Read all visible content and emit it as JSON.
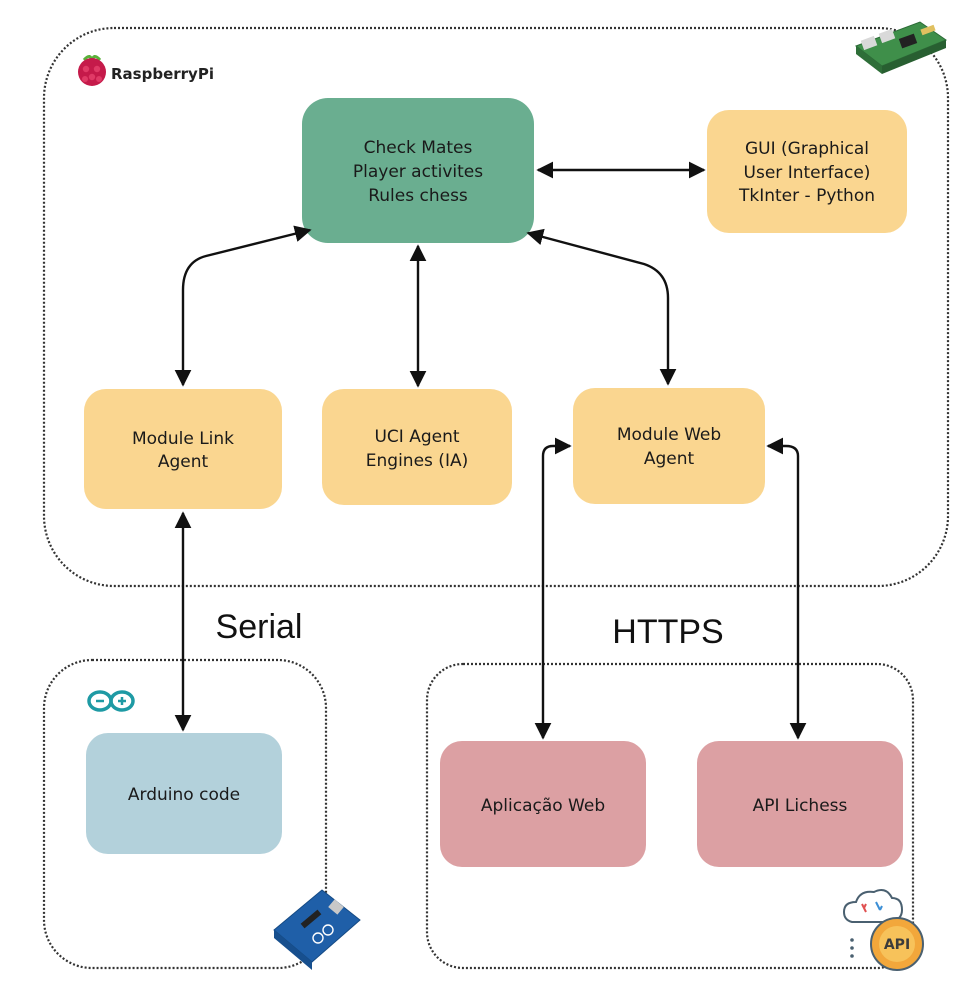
{
  "colors": {
    "core": "#6aae90",
    "module": "#fad690",
    "arduino": "#b3d1db",
    "web": "#dca0a3",
    "arrow": "#111111",
    "border": "#333333"
  },
  "raspberry_label": "RaspberryPi",
  "nodes": {
    "core": [
      "Check Mates",
      "Player activites",
      "Rules chess"
    ],
    "gui": [
      "GUI (Graphical",
      "User Interface)",
      "TkInter - Python"
    ],
    "link": [
      "Module Link",
      "Agent"
    ],
    "uci": [
      "UCI Agent",
      "Engines (IA)"
    ],
    "web_module": [
      "Module Web",
      "Agent"
    ],
    "arduino": [
      "Arduino code"
    ],
    "app_web": [
      "Aplicação Web"
    ],
    "lichess": [
      "API Lichess"
    ]
  },
  "labels": {
    "serial": "Serial",
    "https": "HTTPS"
  },
  "api_badge": "API",
  "icons": [
    "raspberry-pi-logo",
    "raspberry-pi-board",
    "arduino-infinity-logo",
    "arduino-board",
    "cloud-api-icon"
  ]
}
